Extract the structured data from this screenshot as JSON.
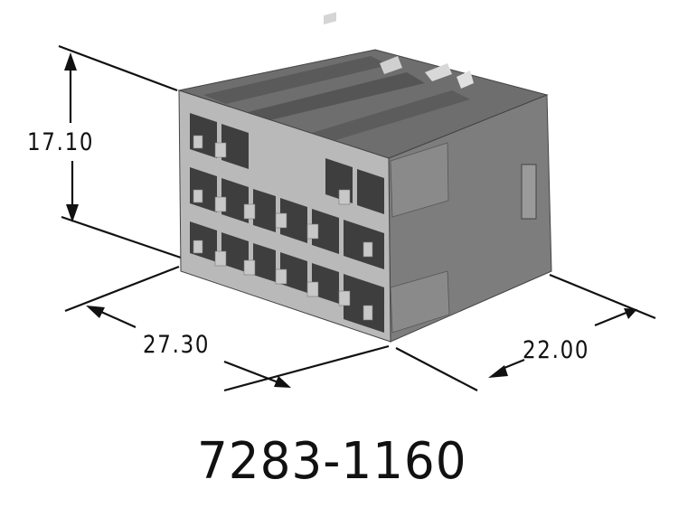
{
  "drawing": {
    "part_number": "7283-1160",
    "dimensions": {
      "height": "17.10",
      "width": "27.30",
      "depth": "22.00"
    },
    "object": "16-cavity connector housing (isometric view)",
    "colors": {
      "background": "#ffffff",
      "line": "#111111",
      "housing_face": "#8a8a8a",
      "housing_light": "#c8c8c8",
      "housing_dark": "#4a4a4a",
      "housing_side": "#7a7a7a"
    }
  }
}
